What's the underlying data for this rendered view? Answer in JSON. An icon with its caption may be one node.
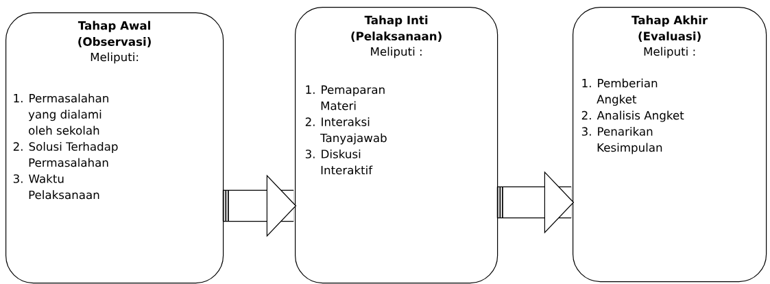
{
  "diagram": {
    "nodes": [
      {
        "text": [
          "Tahap Awal (Observasi)",
          "Meliputi:",
          "1. Permasalahan yang dialami oleh sekolah",
          "2. Solusi Terhadap Permasalahan",
          "3. Waktu Pelaksanaan"
        ]
      },
      {
        "text": [
          "Tahap Inti (Pelaksanaan)",
          "Meliputi :",
          "1. Pemaparan Materi",
          "2. Interaksi Tanyajawab",
          "3. Diskusi Interaktif"
        ]
      },
      {
        "text": [
          "Tahap Akhir (Evaluasi)",
          "Meliputi :",
          "1. Pemberian Angket",
          "2. Analisis Angket",
          "3. Penarikan Kesimpulan"
        ]
      }
    ],
    "edges": [
      {
        "from": 0,
        "to": 1,
        "arrow": "to"
      },
      {
        "from": 1,
        "to": 2,
        "arrow": "to"
      }
    ]
  }
}
